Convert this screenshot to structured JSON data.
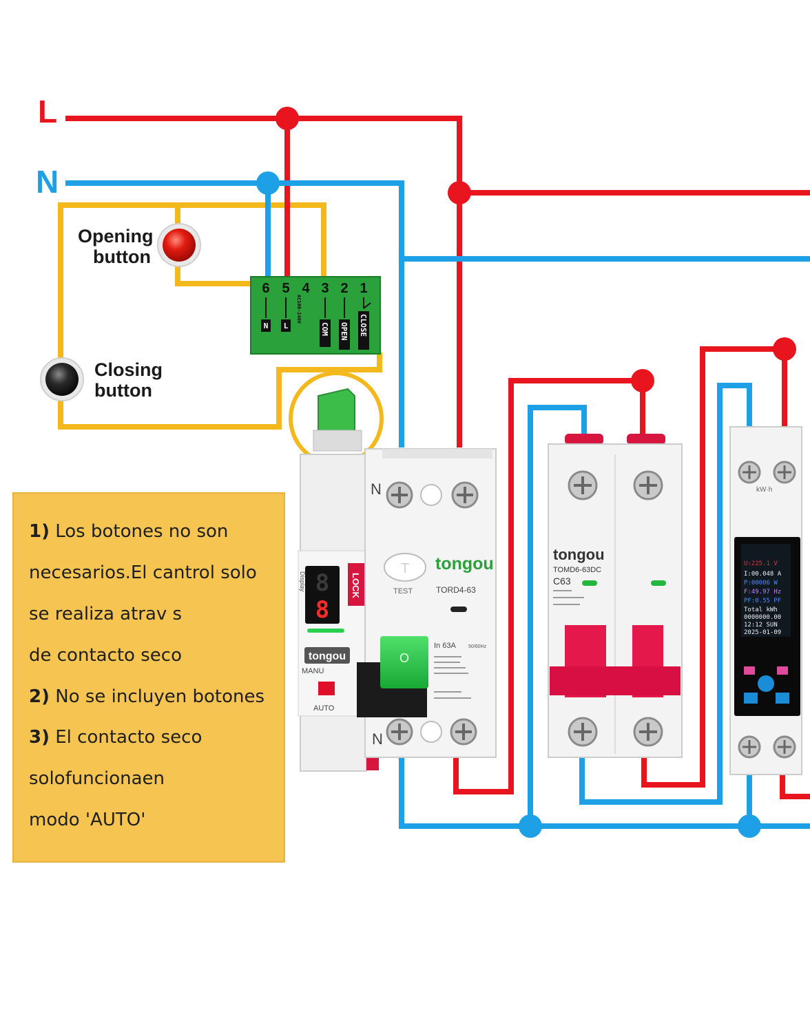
{
  "lines": {
    "live_label": "L",
    "neutral_label": "N"
  },
  "colors": {
    "live": "#e8141e",
    "neutral": "#1ea0e6",
    "control": "#f2b81c",
    "terminal": "#2aa13a"
  },
  "buttons": {
    "opening": {
      "line1": "Opening",
      "line2": "button"
    },
    "closing": {
      "line1": "Closing",
      "line2": "button"
    }
  },
  "terminal": {
    "numbers": [
      "6",
      "5",
      "4",
      "3",
      "2",
      "1"
    ],
    "labels": [
      "N",
      "L",
      "AC100-240V",
      "COM",
      "OPEN",
      "CLOSE"
    ]
  },
  "recloser": {
    "brand": "tongou",
    "model": "TORD4-63",
    "test": "TEST",
    "neutral_top": "N",
    "neutral_bottom": "N",
    "lock": "LOCK",
    "display": "Display",
    "manu": "MANU",
    "auto": "AUTO",
    "rating": "In 63A",
    "freq": "50/60Hz",
    "switch_mark": "O",
    "brand_side": "tongou"
  },
  "mcb": {
    "brand": "tongou",
    "model": "TOMD6-63DC",
    "rating": "C63"
  },
  "meter": {
    "unit": "kW·h",
    "screen": [
      "U:225.1  V",
      "I:00.048 A",
      "P:00006  W",
      "F:49.97 Hz",
      "PF:0.55 PF",
      "Total kWh",
      "0000000.00",
      "12:12 SUN",
      "2025-01-09"
    ]
  },
  "notes": [
    {
      "num": "1)",
      "text": " Los botones no son"
    },
    {
      "num": "",
      "text": "necesarios.El cantrol solo"
    },
    {
      "num": "",
      "text": "se realiza atrav s"
    },
    {
      "num": "",
      "text": "de contacto seco"
    },
    {
      "num": "2)",
      "text": " No se incluyen botones"
    },
    {
      "num": "3)",
      "text": " El contacto seco"
    },
    {
      "num": "",
      "text": "solofuncionaen"
    },
    {
      "num": "",
      "text": "modo 'AUTO'"
    }
  ]
}
